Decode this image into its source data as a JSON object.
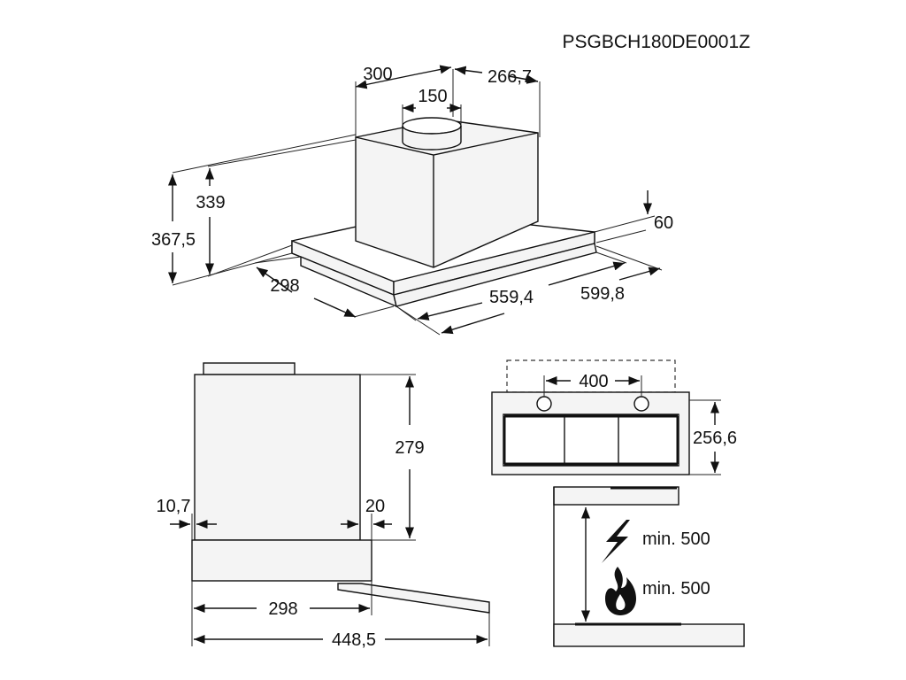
{
  "model_code": "PSGBCH180DE0001Z",
  "iso_view": {
    "dim_width_duct_box": "300",
    "dim_depth_duct_box": "266,7",
    "dim_duct_diameter": "150",
    "dim_height_total": "367,5",
    "dim_height_box": "339",
    "dim_canopy_thickness": "60",
    "dim_depth": "298",
    "dim_inner_width": "559,4",
    "dim_outer_width": "599,8"
  },
  "side_view": {
    "dim_box_height": "279",
    "dim_left_offset": "10,7",
    "dim_right_offset": "20",
    "dim_depth": "298",
    "dim_extended_depth": "448,5"
  },
  "rear_view": {
    "dim_hole_spacing": "400",
    "dim_height": "256,6"
  },
  "clearance_view": {
    "electric_label": "min. 500",
    "gas_label": "min. 500",
    "icons": [
      "lightning-icon",
      "flame-icon"
    ]
  },
  "colors": {
    "line": "#111111",
    "fill": "#f4f4f4",
    "background": "#ffffff"
  }
}
